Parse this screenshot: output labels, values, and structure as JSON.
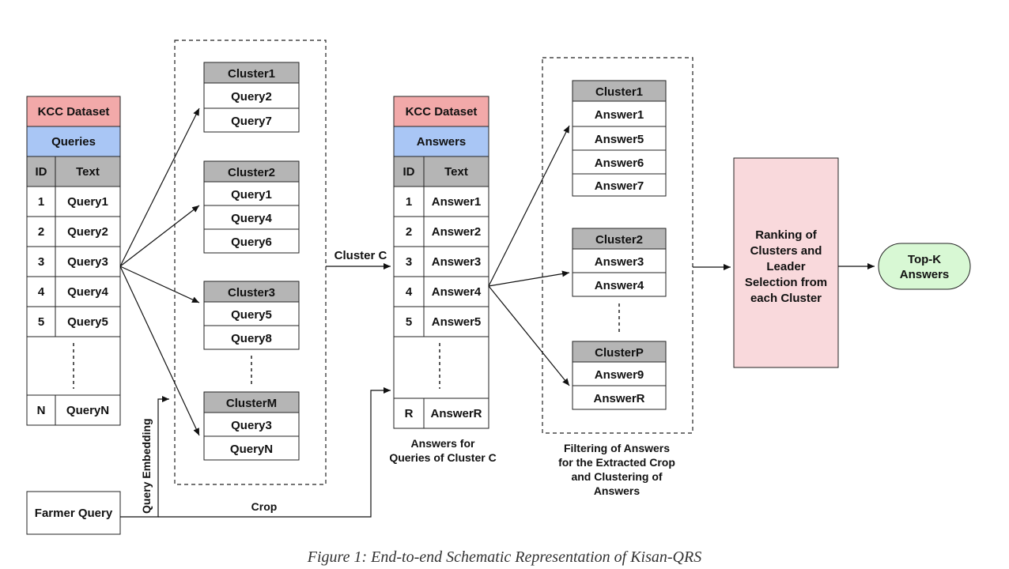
{
  "queries_table": {
    "header1": "KCC Dataset",
    "header2": "Queries",
    "col_id": "ID",
    "col_text": "Text",
    "rows": [
      {
        "id": "1",
        "text": "Query1"
      },
      {
        "id": "2",
        "text": "Query2"
      },
      {
        "id": "3",
        "text": "Query3"
      },
      {
        "id": "4",
        "text": "Query4"
      },
      {
        "id": "5",
        "text": "Query5"
      }
    ],
    "last_row": {
      "id": "N",
      "text": "QueryN"
    }
  },
  "query_clusters": [
    {
      "name": "Cluster1",
      "items": [
        "Query2",
        "Query7"
      ]
    },
    {
      "name": "Cluster2",
      "items": [
        "Query1",
        "Query4",
        "Query6"
      ]
    },
    {
      "name": "Cluster3",
      "items": [
        "Query5",
        "Query8"
      ]
    },
    {
      "name": "ClusterM",
      "items": [
        "Query3",
        "QueryN"
      ]
    }
  ],
  "cluster_c_label": "Cluster C",
  "answers_table": {
    "header1": "KCC Dataset",
    "header2": "Answers",
    "col_id": "ID",
    "col_text": "Text",
    "rows": [
      {
        "id": "1",
        "text": "Answer1"
      },
      {
        "id": "2",
        "text": "Answer2"
      },
      {
        "id": "3",
        "text": "Answer3"
      },
      {
        "id": "4",
        "text": "Answer4"
      },
      {
        "id": "5",
        "text": "Answer5"
      }
    ],
    "last_row": {
      "id": "R",
      "text": "AnswerR"
    },
    "caption_lines": [
      "Answers for",
      "Queries of Cluster C"
    ]
  },
  "answer_clusters": [
    {
      "name": "Cluster1",
      "items": [
        "Answer1",
        "Answer5",
        "Answer6",
        "Answer7"
      ]
    },
    {
      "name": "Cluster2",
      "items": [
        "Answer3",
        "Answer4"
      ]
    },
    {
      "name": "ClusterP",
      "items": [
        "Answer9",
        "AnswerR"
      ]
    }
  ],
  "filter_caption_lines": [
    "Filtering of Answers",
    "for the Extracted Crop",
    "and Clustering of",
    "Answers"
  ],
  "ranking_lines": [
    "Ranking of",
    "Clusters and",
    "Leader",
    "Selection from",
    "each Cluster"
  ],
  "topk_lines": [
    "Top-K",
    "Answers"
  ],
  "farmer_query": "Farmer Query",
  "query_embedding_label": "Query Embedding",
  "crop_label": "Crop",
  "figure_caption": "Figure 1: End-to-end Schematic Representation of Kisan-QRS",
  "colors": {
    "dataset_header": "#f2a9a9",
    "queries_header": "#a9c6f5",
    "col_header": "#b5b5b5",
    "ranking_box": "#f9d9dc",
    "topk_box": "#d8f8d4"
  }
}
